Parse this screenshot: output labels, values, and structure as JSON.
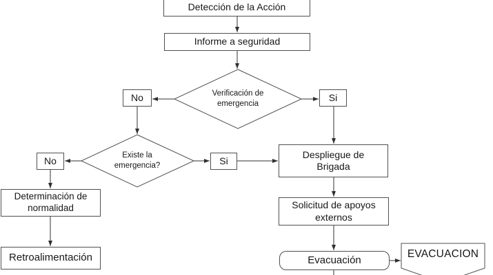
{
  "diagram": {
    "type": "flowchart",
    "colors": {
      "background": "#ffffff",
      "border": "#4f4f4f",
      "line": "#303030",
      "text": "#161616"
    },
    "nodes": {
      "deteccion": {
        "shape": "rectangle",
        "label": "Detección de la Acción"
      },
      "informe": {
        "shape": "rectangle",
        "label": "Informe a seguridad"
      },
      "verificacion": {
        "shape": "diamond",
        "label": "Verificación de\nemergencia"
      },
      "no1": {
        "shape": "rectangle",
        "label": "No"
      },
      "si1": {
        "shape": "rectangle",
        "label": "Si"
      },
      "existe": {
        "shape": "diamond",
        "label": "Existe la\nemergencia?"
      },
      "no2": {
        "shape": "rectangle",
        "label": "No"
      },
      "si2": {
        "shape": "rectangle",
        "label": "Si"
      },
      "despliegue": {
        "shape": "rectangle",
        "label": "Despliegue de\nBrigada"
      },
      "determinacion": {
        "shape": "rectangle",
        "label": "Determinación de\nnormalidad"
      },
      "retroalimentacion": {
        "shape": "rectangle",
        "label": "Retroalimentación"
      },
      "solicitud": {
        "shape": "rectangle",
        "label": "Solicitud de apoyos\nexternos"
      },
      "evacuacion": {
        "shape": "rounded-rectangle",
        "label": "Evacuación"
      },
      "evacuacion_final": {
        "shape": "pennant",
        "label": "EVACUACION"
      }
    },
    "edges": [
      {
        "from": "deteccion",
        "to": "informe"
      },
      {
        "from": "informe",
        "to": "verificacion"
      },
      {
        "from": "verificacion",
        "to": "no1"
      },
      {
        "from": "verificacion",
        "to": "si1"
      },
      {
        "from": "no1",
        "to": "existe"
      },
      {
        "from": "si1",
        "to": "despliegue"
      },
      {
        "from": "existe",
        "to": "no2"
      },
      {
        "from": "existe",
        "to": "si2"
      },
      {
        "from": "si2",
        "to": "despliegue"
      },
      {
        "from": "no2",
        "to": "determinacion"
      },
      {
        "from": "determinacion",
        "to": "retroalimentacion"
      },
      {
        "from": "despliegue",
        "to": "solicitud"
      },
      {
        "from": "solicitud",
        "to": "evacuacion"
      },
      {
        "from": "evacuacion",
        "to": "evacuacion_final"
      },
      {
        "from": "evacuacion",
        "to": "continues-off-bottom"
      }
    ]
  }
}
